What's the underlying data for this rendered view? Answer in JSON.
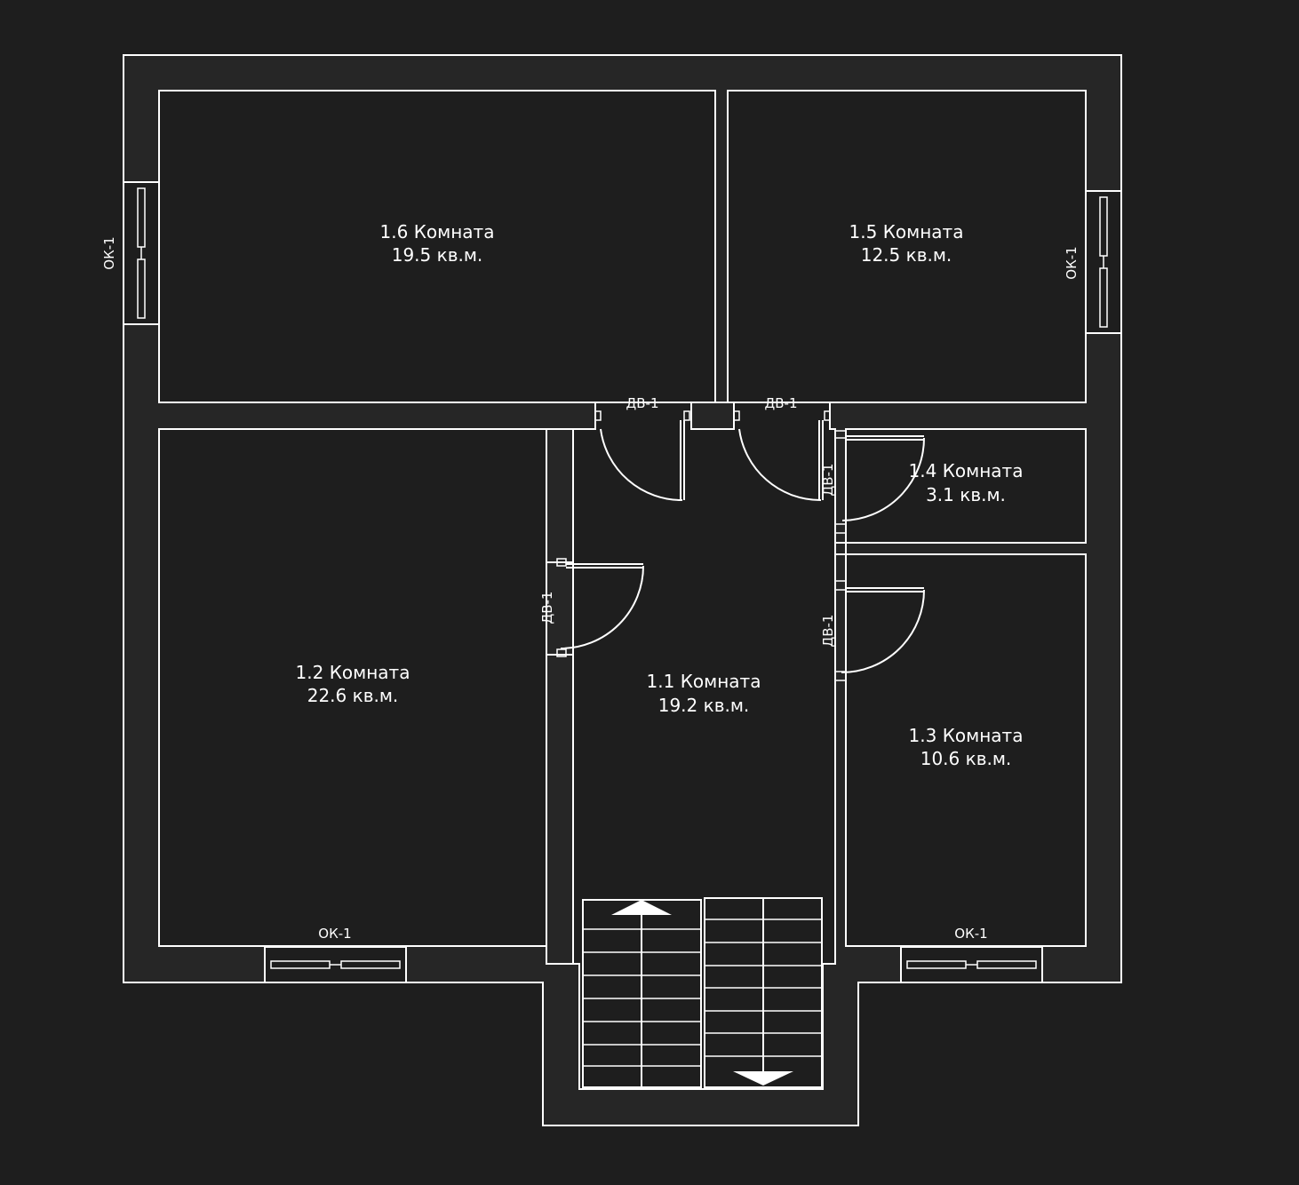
{
  "rooms": [
    {
      "id": "1.6",
      "name": "1.6 Комната",
      "area": "19.5 кв.м."
    },
    {
      "id": "1.5",
      "name": "1.5 Комната",
      "area": "12.5 кв.м."
    },
    {
      "id": "1.4",
      "name": "1.4 Комната",
      "area": "3.1 кв.м."
    },
    {
      "id": "1.2",
      "name": "1.2 Комната",
      "area": "22.6 кв.м."
    },
    {
      "id": "1.1",
      "name": "1.1 Комната",
      "area": "19.2 кв.м."
    },
    {
      "id": "1.3",
      "name": "1.3 Комната",
      "area": "10.6 кв.м."
    }
  ],
  "labels": {
    "window": "ОК-1",
    "door": "ДВ-1"
  },
  "colors": {
    "background": "#1e1e1e",
    "wall_fill": "#262626",
    "lines": "#ffffff"
  }
}
